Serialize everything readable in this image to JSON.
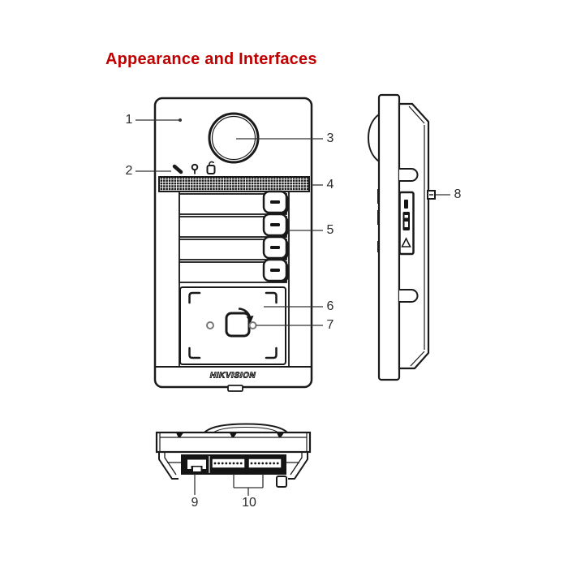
{
  "title": "Appearance and Interfaces",
  "brand_logo": "HIKVISION",
  "callouts": [
    {
      "label": "1"
    },
    {
      "label": "2"
    },
    {
      "label": "3"
    },
    {
      "label": "4"
    },
    {
      "label": "5"
    },
    {
      "label": "6"
    },
    {
      "label": "7"
    },
    {
      "label": "8"
    },
    {
      "label": "9"
    },
    {
      "label": "10"
    }
  ],
  "icons": {
    "indicators": [
      "handset-indicator-icon",
      "microphone-indicator-icon",
      "unlock-indicator-icon"
    ],
    "card_area": [
      "card-swipe-icon"
    ],
    "side_panel": [
      "memory-card-slot-icon",
      "debug-triangle-icon"
    ]
  },
  "colors": {
    "title_red": "#C00000",
    "line_black": "#1A1A1A",
    "muted_gray": "#7A7A7A"
  }
}
